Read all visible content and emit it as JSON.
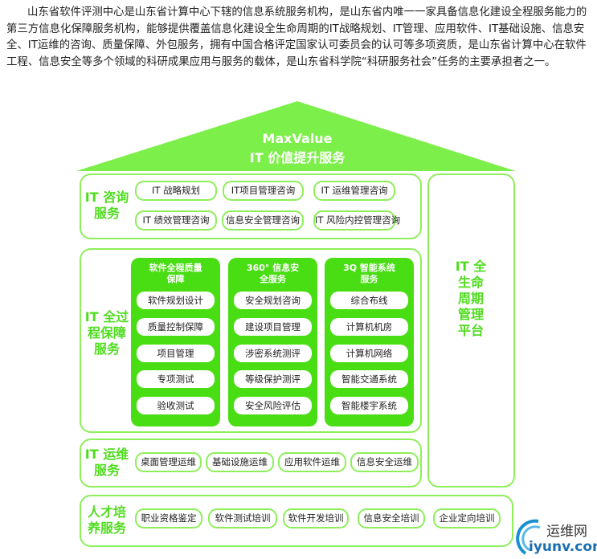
{
  "intro": "山东省软件评测中心是山东省计算中心下辖的信息系统服务机构，是山东省内唯一一家具备信息化建设全程服务能力的第三方信息化保障服务机构，能够提供覆盖信息化建设全生命周期的IT战略规划、IT管理、应用软件、IT基础设施、信息安全、IT运维的咨询、质量保障、外包服务，拥有中国合格评定国家认可委员会的认可等多项资质，是山东省计算中心在软件工程、信息安全等多个领域的科研成果应用与服务的载体，是山东省科学院“科研服务社会”任务的主要承担者之一。",
  "roof": {
    "line1": "MaxValue",
    "line2": "IT 价值提升服务"
  },
  "consult": {
    "label": "IT 咨询服务",
    "items": [
      "IT 战略规划",
      "IT项目管理咨询",
      "IT 运维管理咨询",
      "IT 绩效管理咨询",
      "信息安全管理咨询",
      "IT 风险内控管理咨询"
    ]
  },
  "process": {
    "label": "IT 全过程保障服务",
    "columns": [
      {
        "title": "软件全程质量保障",
        "items": [
          "软件规划设计",
          "质量控制保障",
          "项目管理",
          "专项测试",
          "验收测试"
        ]
      },
      {
        "title": "360° 信息安全服务",
        "items": [
          "安全规划咨询",
          "建设项目管理",
          "涉密系统测评",
          "等级保护测评",
          "安全风险评估"
        ]
      },
      {
        "title": "3Q 智能系统服务",
        "items": [
          "综合布线",
          "计算机机房",
          "计算机网络",
          "智能交通系统",
          "智能楼宇系统"
        ]
      }
    ]
  },
  "ops": {
    "label": "IT 运维服务",
    "items": [
      "桌面管理运维",
      "基础设施运维",
      "应用软件运维",
      "信息安全运维"
    ]
  },
  "talent": {
    "label": "人才培养服务",
    "items": [
      "职业资格鉴定",
      "软件测试培训",
      "软件开发培训",
      "信息安全培训",
      "企业定向培训"
    ]
  },
  "lifecycle": {
    "label": "IT 全生命周期管理平台"
  },
  "watermark": {
    "cn": "运维网",
    "en": "iyunv.com"
  }
}
